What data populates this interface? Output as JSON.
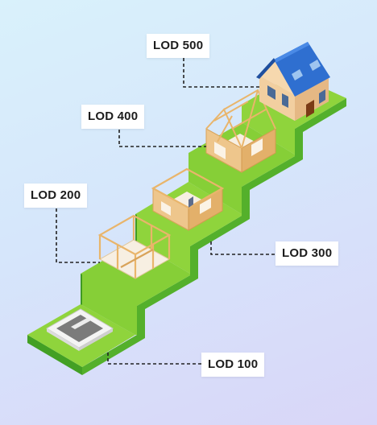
{
  "labels": {
    "lod100": "LOD 100",
    "lod200": "LOD 200",
    "lod300": "LOD 300",
    "lod400": "LOD 400",
    "lod500": "LOD 500"
  },
  "colors": {
    "grass_top": "#8fd43c",
    "grass_side": "#5cb82e",
    "grass_front": "#43a024",
    "timber": "#e9b56b",
    "roof": "#2f6fd0",
    "wall": "#f2cfa0",
    "leader": "#222222"
  }
}
